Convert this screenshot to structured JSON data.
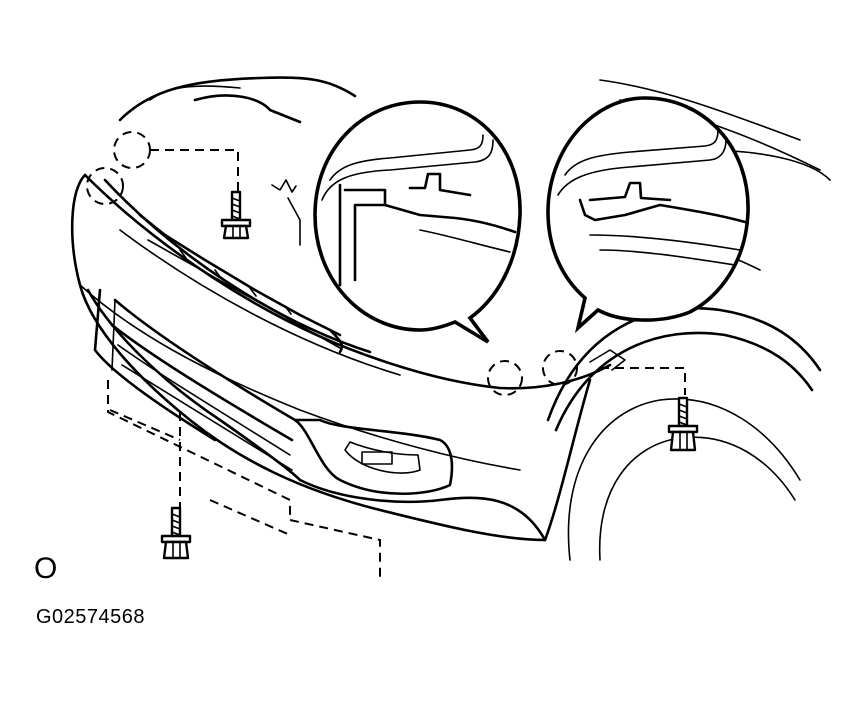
{
  "figure": {
    "marker": "O",
    "code": "G02574568"
  },
  "colors": {
    "line": "#000000",
    "background": "#ffffff"
  },
  "parts": [
    {
      "name": "front-bumper-cover"
    },
    {
      "name": "bumper-retainer-strip"
    },
    {
      "name": "lower-grille"
    },
    {
      "name": "fog-lamp-opening"
    },
    {
      "name": "wheel-arch"
    },
    {
      "name": "bolt",
      "count": 3
    },
    {
      "name": "clip-location-circle",
      "count": 4
    },
    {
      "name": "detail-callout",
      "count": 2
    }
  ]
}
